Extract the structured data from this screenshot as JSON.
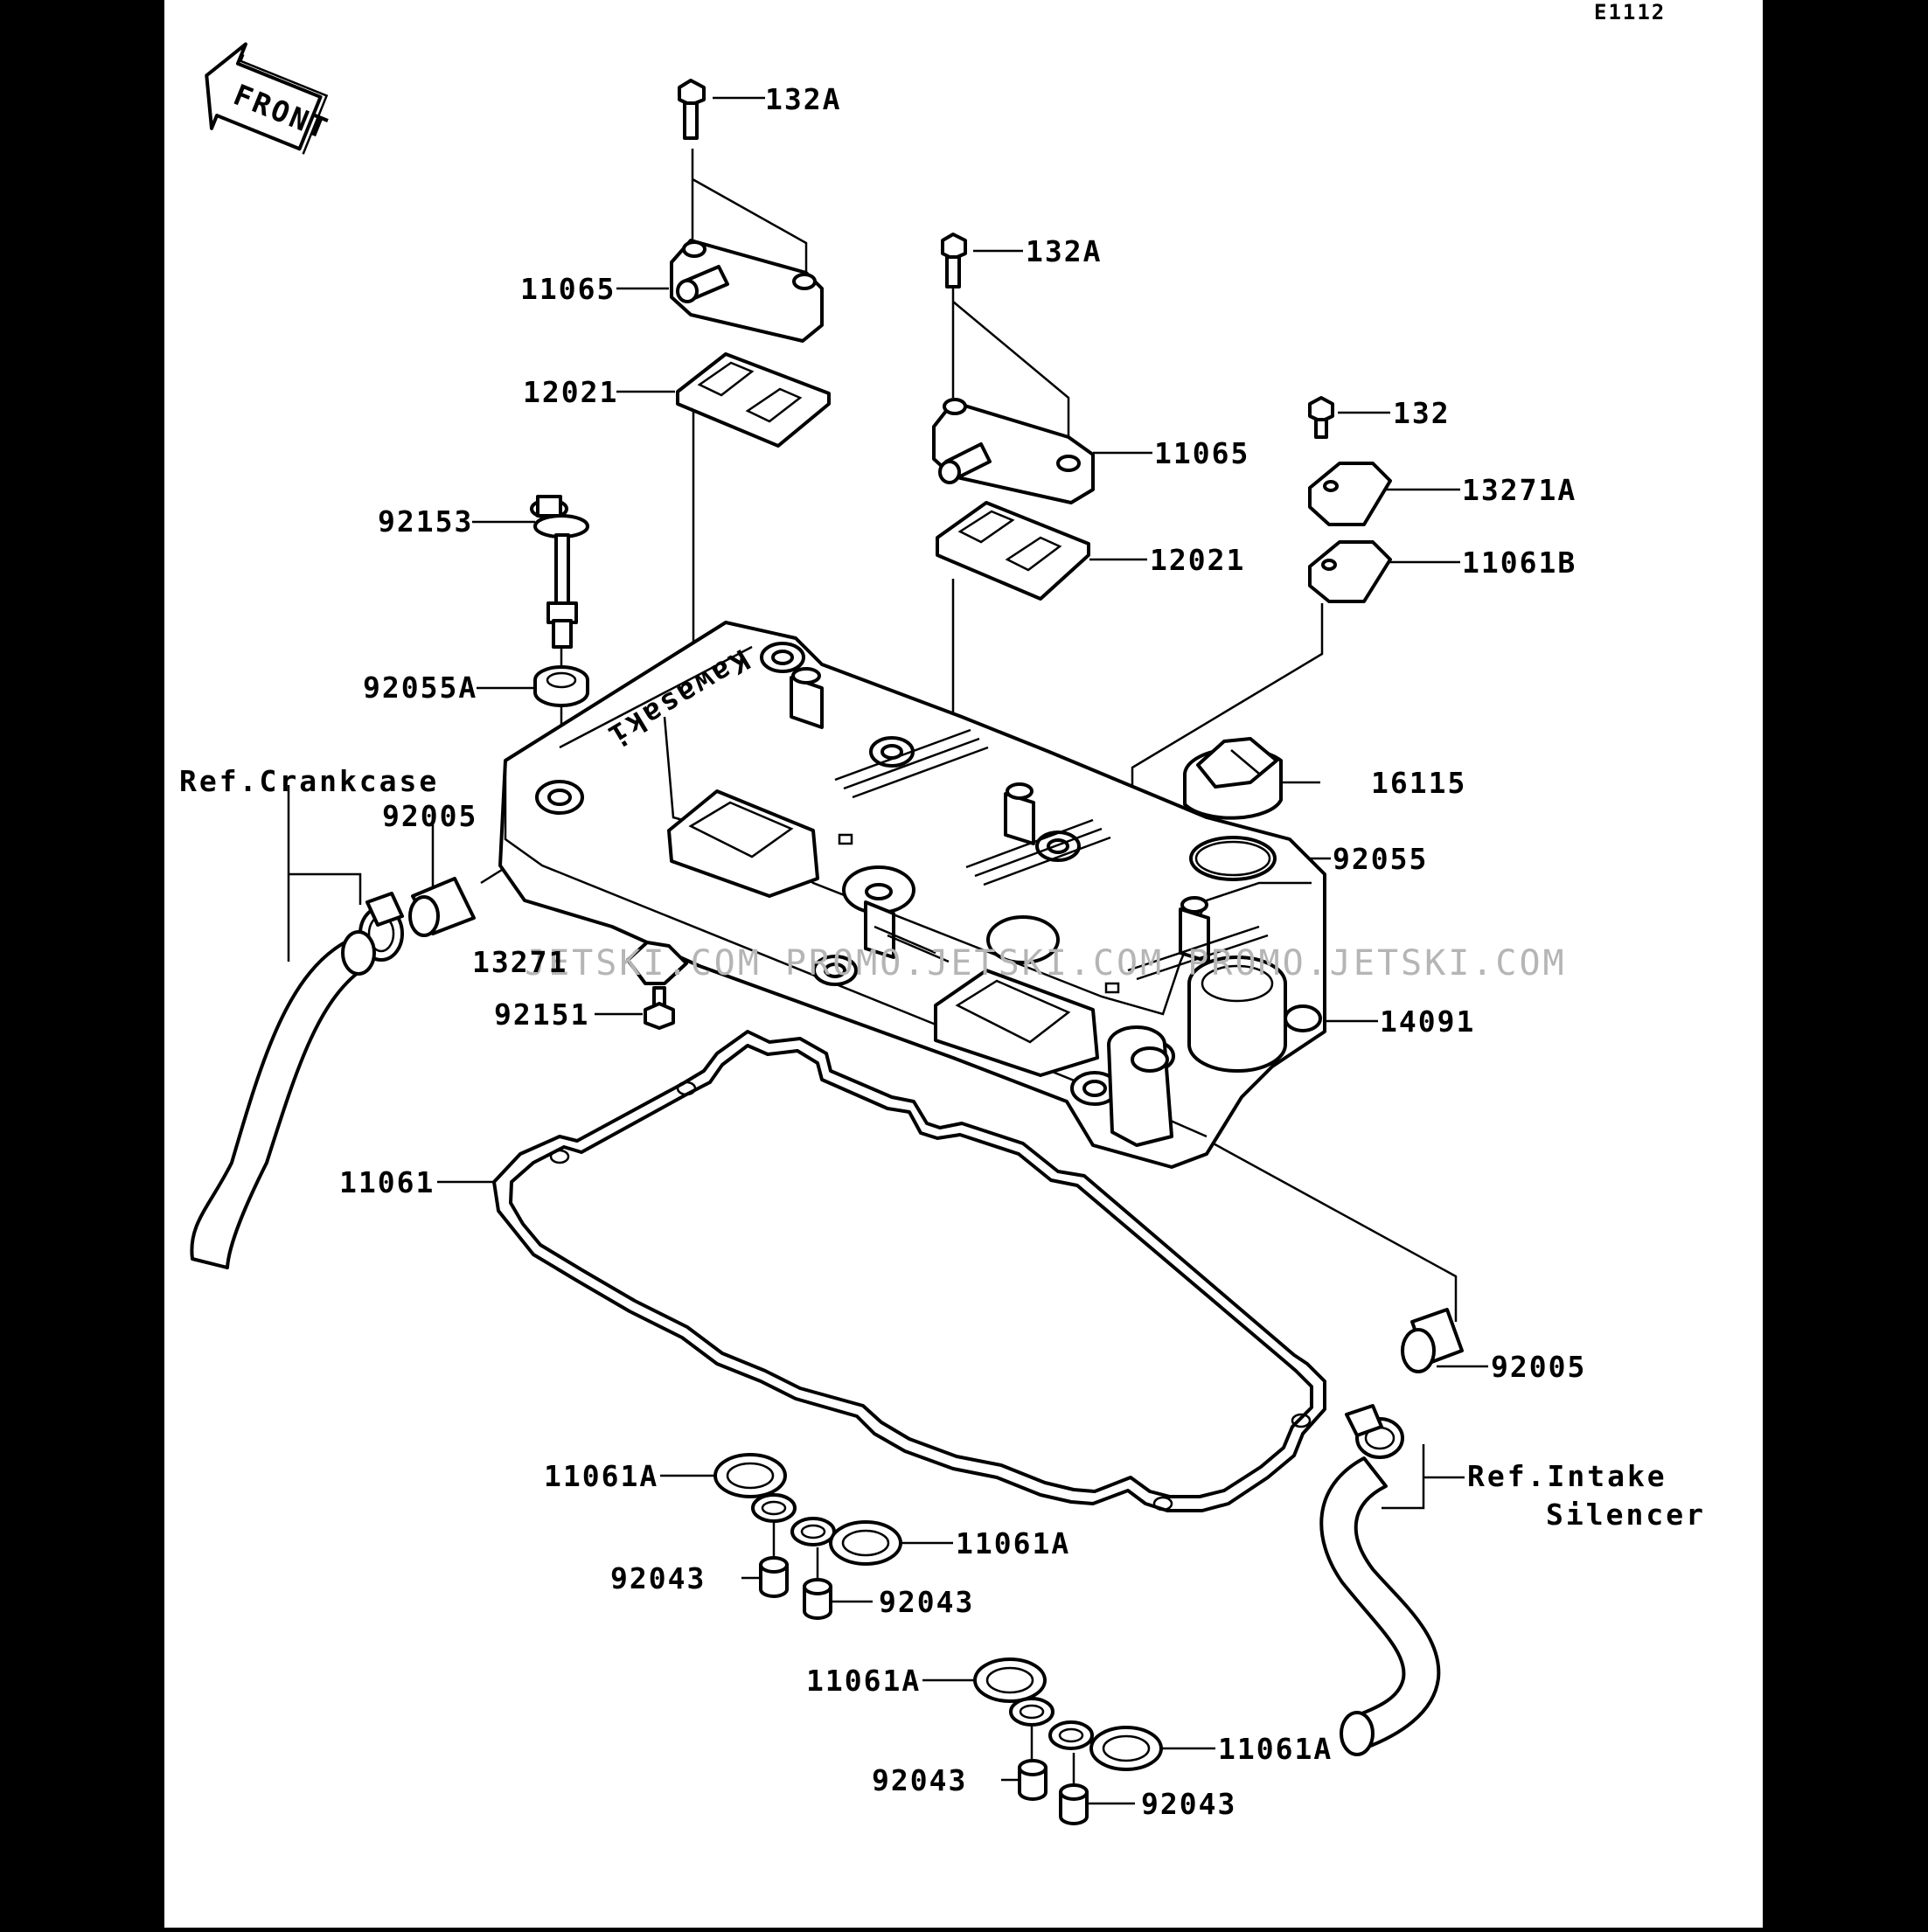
{
  "diagram_code": "E1112",
  "front_label": "FRONT",
  "cover_brand": "Kawasaki",
  "watermark": "JETSKI.COM   PROMO.JETSKI.COM   PROMO.JETSKI.COM",
  "refs": {
    "crankcase": "Ref.Crankcase",
    "intake_line1": "Ref.Intake",
    "intake_line2": "Silencer"
  },
  "labels": [
    {
      "id": "bolt-a-1",
      "text": "132A"
    },
    {
      "id": "breather-cover-1",
      "text": "11065"
    },
    {
      "id": "plate-gasket-1",
      "text": "12021"
    },
    {
      "id": "bolt-a-2",
      "text": "132A"
    },
    {
      "id": "breather-cover-2",
      "text": "11065"
    },
    {
      "id": "plate-gasket-2",
      "text": "12021"
    },
    {
      "id": "bolt",
      "text": "132"
    },
    {
      "id": "cap-plate",
      "text": "13271A"
    },
    {
      "id": "cap-gasket",
      "text": "11061B"
    },
    {
      "id": "long-bolt",
      "text": "92153"
    },
    {
      "id": "grommet",
      "text": "92055A"
    },
    {
      "id": "hose-crank",
      "text": "92005"
    },
    {
      "id": "oil-cap",
      "text": "16115"
    },
    {
      "id": "o-ring",
      "text": "92055"
    },
    {
      "id": "small-plate",
      "text": "13271"
    },
    {
      "id": "small-bolt",
      "text": "92151"
    },
    {
      "id": "cylinder-head-cover",
      "text": "14091"
    },
    {
      "id": "cover-gasket",
      "text": "11061"
    },
    {
      "id": "hose-intake",
      "text": "92005"
    },
    {
      "id": "seal-1",
      "text": "11061A"
    },
    {
      "id": "seal-2",
      "text": "11061A"
    },
    {
      "id": "collar-1",
      "text": "92043"
    },
    {
      "id": "collar-2",
      "text": "92043"
    },
    {
      "id": "seal-3",
      "text": "11061A"
    },
    {
      "id": "seal-4",
      "text": "11061A"
    },
    {
      "id": "collar-3",
      "text": "92043"
    },
    {
      "id": "collar-4",
      "text": "92043"
    }
  ]
}
